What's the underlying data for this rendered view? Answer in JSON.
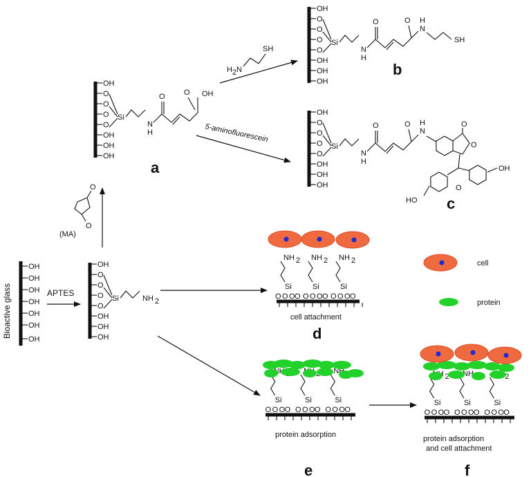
{
  "labels": {
    "a": "a",
    "b": "b",
    "c": "c",
    "d": "d",
    "e": "e",
    "f": "f"
  },
  "groups": {
    "oh": "OH",
    "o": "O",
    "si": "Si",
    "nh": "N",
    "h": "H",
    "nh2": "NH",
    "sub2": "2",
    "sh": "SH",
    "ho": "HO",
    "carbonyl_o": "O"
  },
  "reagents": {
    "bioactive_glass": "Bioactive glass",
    "aptes": "APTES",
    "ma": "(MA)",
    "aminofluorescein": "5-aminofluorescein",
    "cysteamine_h2n": "H",
    "cysteamine_n": "N",
    "cysteamine_sh": "SH"
  },
  "captions": {
    "d": "cell attachment",
    "e": "protein adsorption",
    "f_line1": "protein adsorption",
    "f_line2": "and cell attachment"
  },
  "legend": {
    "cell": "cell",
    "protein": "protein"
  },
  "colors": {
    "cell_fill": "#f06a40",
    "cell_edge": "#e04a22",
    "nucleus": "#1b2bd6",
    "protein": "#22d12a",
    "ink": "#111111"
  }
}
